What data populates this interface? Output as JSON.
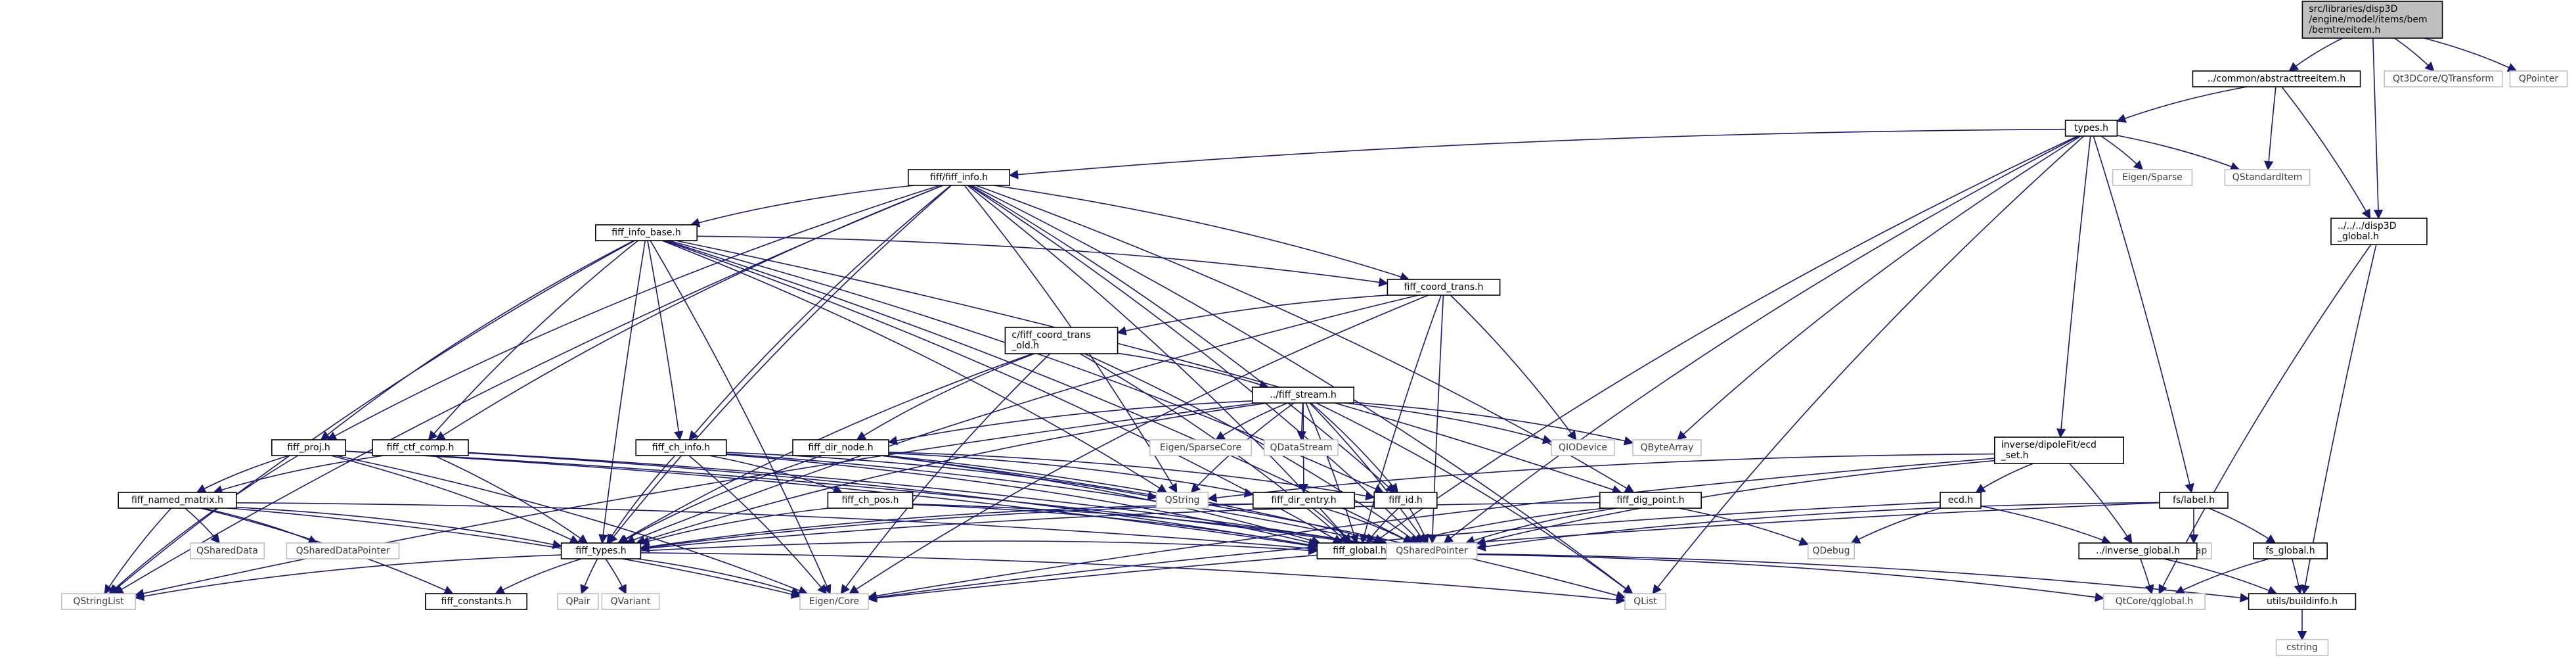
{
  "graph": {
    "nodes": [
      {
        "id": "root",
        "lines": [
          "src/libraries/disp3D",
          "/engine/model/items/bem",
          "/bemtreeitem.h"
        ],
        "kind": "root"
      },
      {
        "id": "abstracttreeitem",
        "lines": [
          "../common/abstracttreeitem.h"
        ],
        "kind": "file"
      },
      {
        "id": "qt3dtransform",
        "lines": [
          "Qt3DCore/QTransform"
        ],
        "kind": "ext"
      },
      {
        "id": "qpointer",
        "lines": [
          "QPointer"
        ],
        "kind": "ext"
      },
      {
        "id": "types",
        "lines": [
          "types.h"
        ],
        "kind": "file"
      },
      {
        "id": "qstandarditem",
        "lines": [
          "QStandardItem"
        ],
        "kind": "ext"
      },
      {
        "id": "disp3d_global",
        "lines": [
          "../../../disp3D",
          "_global.h"
        ],
        "kind": "file"
      },
      {
        "id": "fiff_info",
        "lines": [
          "fiff/fiff_info.h"
        ],
        "kind": "file"
      },
      {
        "id": "eigen_sparse",
        "lines": [
          "Eigen/Sparse"
        ],
        "kind": "ext"
      },
      {
        "id": "fiff_info_base",
        "lines": [
          "fiff_info_base.h"
        ],
        "kind": "file"
      },
      {
        "id": "fiff_coord_trans",
        "lines": [
          "fiff_coord_trans.h"
        ],
        "kind": "file"
      },
      {
        "id": "c_fiff_coord_trans_old",
        "lines": [
          "c/fiff_coord_trans",
          "_old.h"
        ],
        "kind": "file"
      },
      {
        "id": "fiff_stream",
        "lines": [
          "../fiff_stream.h"
        ],
        "kind": "file"
      },
      {
        "id": "eigen_sparsecore",
        "lines": [
          "Eigen/SparseCore"
        ],
        "kind": "ext"
      },
      {
        "id": "qdatastream",
        "lines": [
          "QDataStream"
        ],
        "kind": "ext"
      },
      {
        "id": "qiodevice",
        "lines": [
          "QIODevice"
        ],
        "kind": "ext"
      },
      {
        "id": "qbytearray",
        "lines": [
          "QByteArray"
        ],
        "kind": "ext"
      },
      {
        "id": "inverse_dipolefit",
        "lines": [
          "inverse/dipoleFit/ecd",
          "_set.h"
        ],
        "kind": "file"
      },
      {
        "id": "fs_label",
        "lines": [
          "fs/label.h"
        ],
        "kind": "file"
      },
      {
        "id": "fiff_proj",
        "lines": [
          "fiff_proj.h"
        ],
        "kind": "file"
      },
      {
        "id": "fiff_ctf_comp",
        "lines": [
          "fiff_ctf_comp.h"
        ],
        "kind": "file"
      },
      {
        "id": "fiff_ch_info",
        "lines": [
          "fiff_ch_info.h"
        ],
        "kind": "file"
      },
      {
        "id": "fiff_dir_node",
        "lines": [
          "fiff_dir_node.h"
        ],
        "kind": "file"
      },
      {
        "id": "qstring",
        "lines": [
          "QString"
        ],
        "kind": "ext"
      },
      {
        "id": "fiff_id",
        "lines": [
          "fiff_id.h"
        ],
        "kind": "file"
      },
      {
        "id": "fiff_dig_point",
        "lines": [
          "fiff_dig_point.h"
        ],
        "kind": "file"
      },
      {
        "id": "ecd",
        "lines": [
          "ecd.h"
        ],
        "kind": "file"
      },
      {
        "id": "qmap",
        "lines": [
          "QMap"
        ],
        "kind": "ext"
      },
      {
        "id": "fs_global",
        "lines": [
          "fs_global.h"
        ],
        "kind": "file"
      },
      {
        "id": "fiff_named_matrix",
        "lines": [
          "fiff_named_matrix.h"
        ],
        "kind": "file"
      },
      {
        "id": "fiff_ch_pos",
        "lines": [
          "fiff_ch_pos.h"
        ],
        "kind": "file"
      },
      {
        "id": "fiff_dir_entry",
        "lines": [
          "fiff_dir_entry.h"
        ],
        "kind": "file"
      },
      {
        "id": "qshareddata",
        "lines": [
          "QSharedData"
        ],
        "kind": "ext"
      },
      {
        "id": "qshareddatapointer",
        "lines": [
          "QSharedDataPointer"
        ],
        "kind": "ext"
      },
      {
        "id": "fiff_types",
        "lines": [
          "fiff_types.h"
        ],
        "kind": "file"
      },
      {
        "id": "fiff_global",
        "lines": [
          "fiff_global.h"
        ],
        "kind": "file"
      },
      {
        "id": "qsharedpointer",
        "lines": [
          "QSharedPointer"
        ],
        "kind": "ext"
      },
      {
        "id": "qdebug",
        "lines": [
          "QDebug"
        ],
        "kind": "ext"
      },
      {
        "id": "inverse_global",
        "lines": [
          "../inverse_global.h"
        ],
        "kind": "file"
      },
      {
        "id": "qstringlist",
        "lines": [
          "QStringList"
        ],
        "kind": "ext"
      },
      {
        "id": "fiff_constants",
        "lines": [
          "fiff_constants.h"
        ],
        "kind": "file"
      },
      {
        "id": "qpair",
        "lines": [
          "QPair"
        ],
        "kind": "ext"
      },
      {
        "id": "qvariant",
        "lines": [
          "QVariant"
        ],
        "kind": "ext"
      },
      {
        "id": "eigen_core",
        "lines": [
          "Eigen/Core"
        ],
        "kind": "ext"
      },
      {
        "id": "qlist",
        "lines": [
          "QList"
        ],
        "kind": "ext"
      },
      {
        "id": "qtcore_qglobal",
        "lines": [
          "QtCore/qglobal.h"
        ],
        "kind": "ext"
      },
      {
        "id": "utils_buildinfo",
        "lines": [
          "utils/buildinfo.h"
        ],
        "kind": "file"
      },
      {
        "id": "cstring",
        "lines": [
          "cstring"
        ],
        "kind": "ext"
      }
    ],
    "edges": [
      [
        "root",
        "abstracttreeitem"
      ],
      [
        "root",
        "qt3dtransform"
      ],
      [
        "root",
        "qpointer"
      ],
      [
        "root",
        "disp3d_global"
      ],
      [
        "abstracttreeitem",
        "types"
      ],
      [
        "abstracttreeitem",
        "qstandarditem"
      ],
      [
        "abstracttreeitem",
        "disp3d_global"
      ],
      [
        "types",
        "fiff_info"
      ],
      [
        "types",
        "eigen_sparse"
      ],
      [
        "types",
        "qstandarditem"
      ],
      [
        "types",
        "fs_label"
      ],
      [
        "types",
        "inverse_dipolefit"
      ],
      [
        "types",
        "qbytearray"
      ],
      [
        "types",
        "qsharedpointer"
      ],
      [
        "types",
        "qlist"
      ],
      [
        "types",
        "fiff_global"
      ],
      [
        "disp3d_global",
        "qtcore_qglobal"
      ],
      [
        "disp3d_global",
        "utils_buildinfo"
      ],
      [
        "fiff_info",
        "fiff_info_base"
      ],
      [
        "fiff_info",
        "fiff_coord_trans"
      ],
      [
        "fiff_info",
        "fiff_proj"
      ],
      [
        "fiff_info",
        "fiff_ctf_comp"
      ],
      [
        "fiff_info",
        "fiff_ch_info"
      ],
      [
        "fiff_info",
        "fiff_types"
      ],
      [
        "fiff_info",
        "qstringlist"
      ],
      [
        "fiff_info",
        "fiff_id"
      ],
      [
        "fiff_info",
        "fiff_dig_point"
      ],
      [
        "fiff_info",
        "qsharedpointer"
      ],
      [
        "fiff_info",
        "qlist"
      ],
      [
        "fiff_info",
        "fiff_global"
      ],
      [
        "fiff_info",
        "qstring"
      ],
      [
        "fiff_info_base",
        "fiff_coord_trans"
      ],
      [
        "fiff_info_base",
        "fiff_proj"
      ],
      [
        "fiff_info_base",
        "fiff_ctf_comp"
      ],
      [
        "fiff_info_base",
        "fiff_ch_info"
      ],
      [
        "fiff_info_base",
        "fiff_types"
      ],
      [
        "fiff_info_base",
        "qstringlist"
      ],
      [
        "fiff_info_base",
        "eigen_core"
      ],
      [
        "fiff_info_base",
        "fiff_id"
      ],
      [
        "fiff_info_base",
        "fiff_global"
      ],
      [
        "fiff_info_base",
        "qsharedpointer"
      ],
      [
        "fiff_info_base",
        "qstring"
      ],
      [
        "fiff_info_base",
        "fiff_dig_point"
      ],
      [
        "fiff_coord_trans",
        "c_fiff_coord_trans_old"
      ],
      [
        "fiff_coord_trans",
        "fiff_types"
      ],
      [
        "fiff_coord_trans",
        "qiodevice"
      ],
      [
        "fiff_coord_trans",
        "eigen_core"
      ],
      [
        "fiff_coord_trans",
        "fiff_global"
      ],
      [
        "fiff_coord_trans",
        "qsharedpointer"
      ],
      [
        "c_fiff_coord_trans_old",
        "fiff_stream"
      ],
      [
        "c_fiff_coord_trans_old",
        "fiff_dir_node"
      ],
      [
        "c_fiff_coord_trans_old",
        "fiff_types"
      ],
      [
        "c_fiff_coord_trans_old",
        "eigen_core"
      ],
      [
        "c_fiff_coord_trans_old",
        "fiff_global"
      ],
      [
        "c_fiff_coord_trans_old",
        "qsharedpointer"
      ],
      [
        "fiff_stream",
        "eigen_sparsecore"
      ],
      [
        "fiff_stream",
        "qdatastream"
      ],
      [
        "fiff_stream",
        "qiodevice"
      ],
      [
        "fiff_stream",
        "qbytearray"
      ],
      [
        "fiff_stream",
        "fiff_dir_node"
      ],
      [
        "fiff_stream",
        "fiff_id"
      ],
      [
        "fiff_stream",
        "fiff_dir_entry"
      ],
      [
        "fiff_stream",
        "fiff_types"
      ],
      [
        "fiff_stream",
        "qstring"
      ],
      [
        "fiff_stream",
        "qlist"
      ],
      [
        "fiff_stream",
        "qstringlist"
      ],
      [
        "fiff_stream",
        "fiff_global"
      ],
      [
        "fiff_stream",
        "qsharedpointer"
      ],
      [
        "inverse_dipolefit",
        "ecd"
      ],
      [
        "inverse_dipolefit",
        "inverse_global"
      ],
      [
        "inverse_dipolefit",
        "qsharedpointer"
      ],
      [
        "inverse_dipolefit",
        "eigen_core"
      ],
      [
        "inverse_dipolefit",
        "qstring"
      ],
      [
        "fs_label",
        "fs_global"
      ],
      [
        "fs_label",
        "qmap"
      ],
      [
        "fs_label",
        "qsharedpointer"
      ],
      [
        "fs_label",
        "eigen_core"
      ],
      [
        "fiff_proj",
        "fiff_named_matrix"
      ],
      [
        "fiff_proj",
        "fiff_types"
      ],
      [
        "fiff_proj",
        "qstringlist"
      ],
      [
        "fiff_proj",
        "fiff_global"
      ],
      [
        "fiff_proj",
        "qsharedpointer"
      ],
      [
        "fiff_proj",
        "eigen_core"
      ],
      [
        "fiff_ctf_comp",
        "fiff_named_matrix"
      ],
      [
        "fiff_ctf_comp",
        "fiff_types"
      ],
      [
        "fiff_ctf_comp",
        "fiff_global"
      ],
      [
        "fiff_ctf_comp",
        "qsharedpointer"
      ],
      [
        "fiff_ch_info",
        "fiff_ch_pos"
      ],
      [
        "fiff_ch_info",
        "fiff_types"
      ],
      [
        "fiff_ch_info",
        "fiff_global"
      ],
      [
        "fiff_ch_info",
        "qsharedpointer"
      ],
      [
        "fiff_ch_info",
        "eigen_core"
      ],
      [
        "fiff_ch_info",
        "qstring"
      ],
      [
        "fiff_dir_node",
        "fiff_id"
      ],
      [
        "fiff_dir_node",
        "fiff_dir_entry"
      ],
      [
        "fiff_dir_node",
        "fiff_types"
      ],
      [
        "fiff_dir_node",
        "fiff_global"
      ],
      [
        "fiff_dir_node",
        "qsharedpointer"
      ],
      [
        "fiff_dir_node",
        "qlist"
      ],
      [
        "fiff_id",
        "fiff_types"
      ],
      [
        "fiff_id",
        "fiff_global"
      ],
      [
        "fiff_id",
        "qsharedpointer"
      ],
      [
        "fiff_dig_point",
        "fiff_types"
      ],
      [
        "fiff_dig_point",
        "fiff_global"
      ],
      [
        "fiff_dig_point",
        "qsharedpointer"
      ],
      [
        "fiff_dig_point",
        "qdebug"
      ],
      [
        "ecd",
        "qdebug"
      ],
      [
        "ecd",
        "inverse_global"
      ],
      [
        "ecd",
        "eigen_core"
      ],
      [
        "fs_global",
        "qtcore_qglobal"
      ],
      [
        "fs_global",
        "utils_buildinfo"
      ],
      [
        "fiff_named_matrix",
        "qshareddata"
      ],
      [
        "fiff_named_matrix",
        "qshareddatapointer"
      ],
      [
        "fiff_named_matrix",
        "fiff_types"
      ],
      [
        "fiff_named_matrix",
        "qstringlist"
      ],
      [
        "fiff_named_matrix",
        "fiff_global"
      ],
      [
        "fiff_named_matrix",
        "eigen_core"
      ],
      [
        "fiff_named_matrix",
        "fiff_constants"
      ],
      [
        "fiff_ch_pos",
        "fiff_types"
      ],
      [
        "fiff_ch_pos",
        "fiff_global"
      ],
      [
        "fiff_ch_pos",
        "qsharedpointer"
      ],
      [
        "fiff_dir_entry",
        "fiff_types"
      ],
      [
        "fiff_dir_entry",
        "fiff_global"
      ],
      [
        "fiff_dir_entry",
        "qsharedpointer"
      ],
      [
        "fiff_types",
        "fiff_constants"
      ],
      [
        "fiff_types",
        "qpair"
      ],
      [
        "fiff_types",
        "qvariant"
      ],
      [
        "fiff_types",
        "eigen_core"
      ],
      [
        "fiff_types",
        "qlist"
      ],
      [
        "fiff_types",
        "qstringlist"
      ],
      [
        "fiff_types",
        "fiff_global"
      ],
      [
        "fiff_global",
        "qtcore_qglobal"
      ],
      [
        "fiff_global",
        "utils_buildinfo"
      ],
      [
        "inverse_global",
        "qtcore_qglobal"
      ],
      [
        "inverse_global",
        "utils_buildinfo"
      ],
      [
        "utils_buildinfo",
        "cstring"
      ]
    ]
  }
}
